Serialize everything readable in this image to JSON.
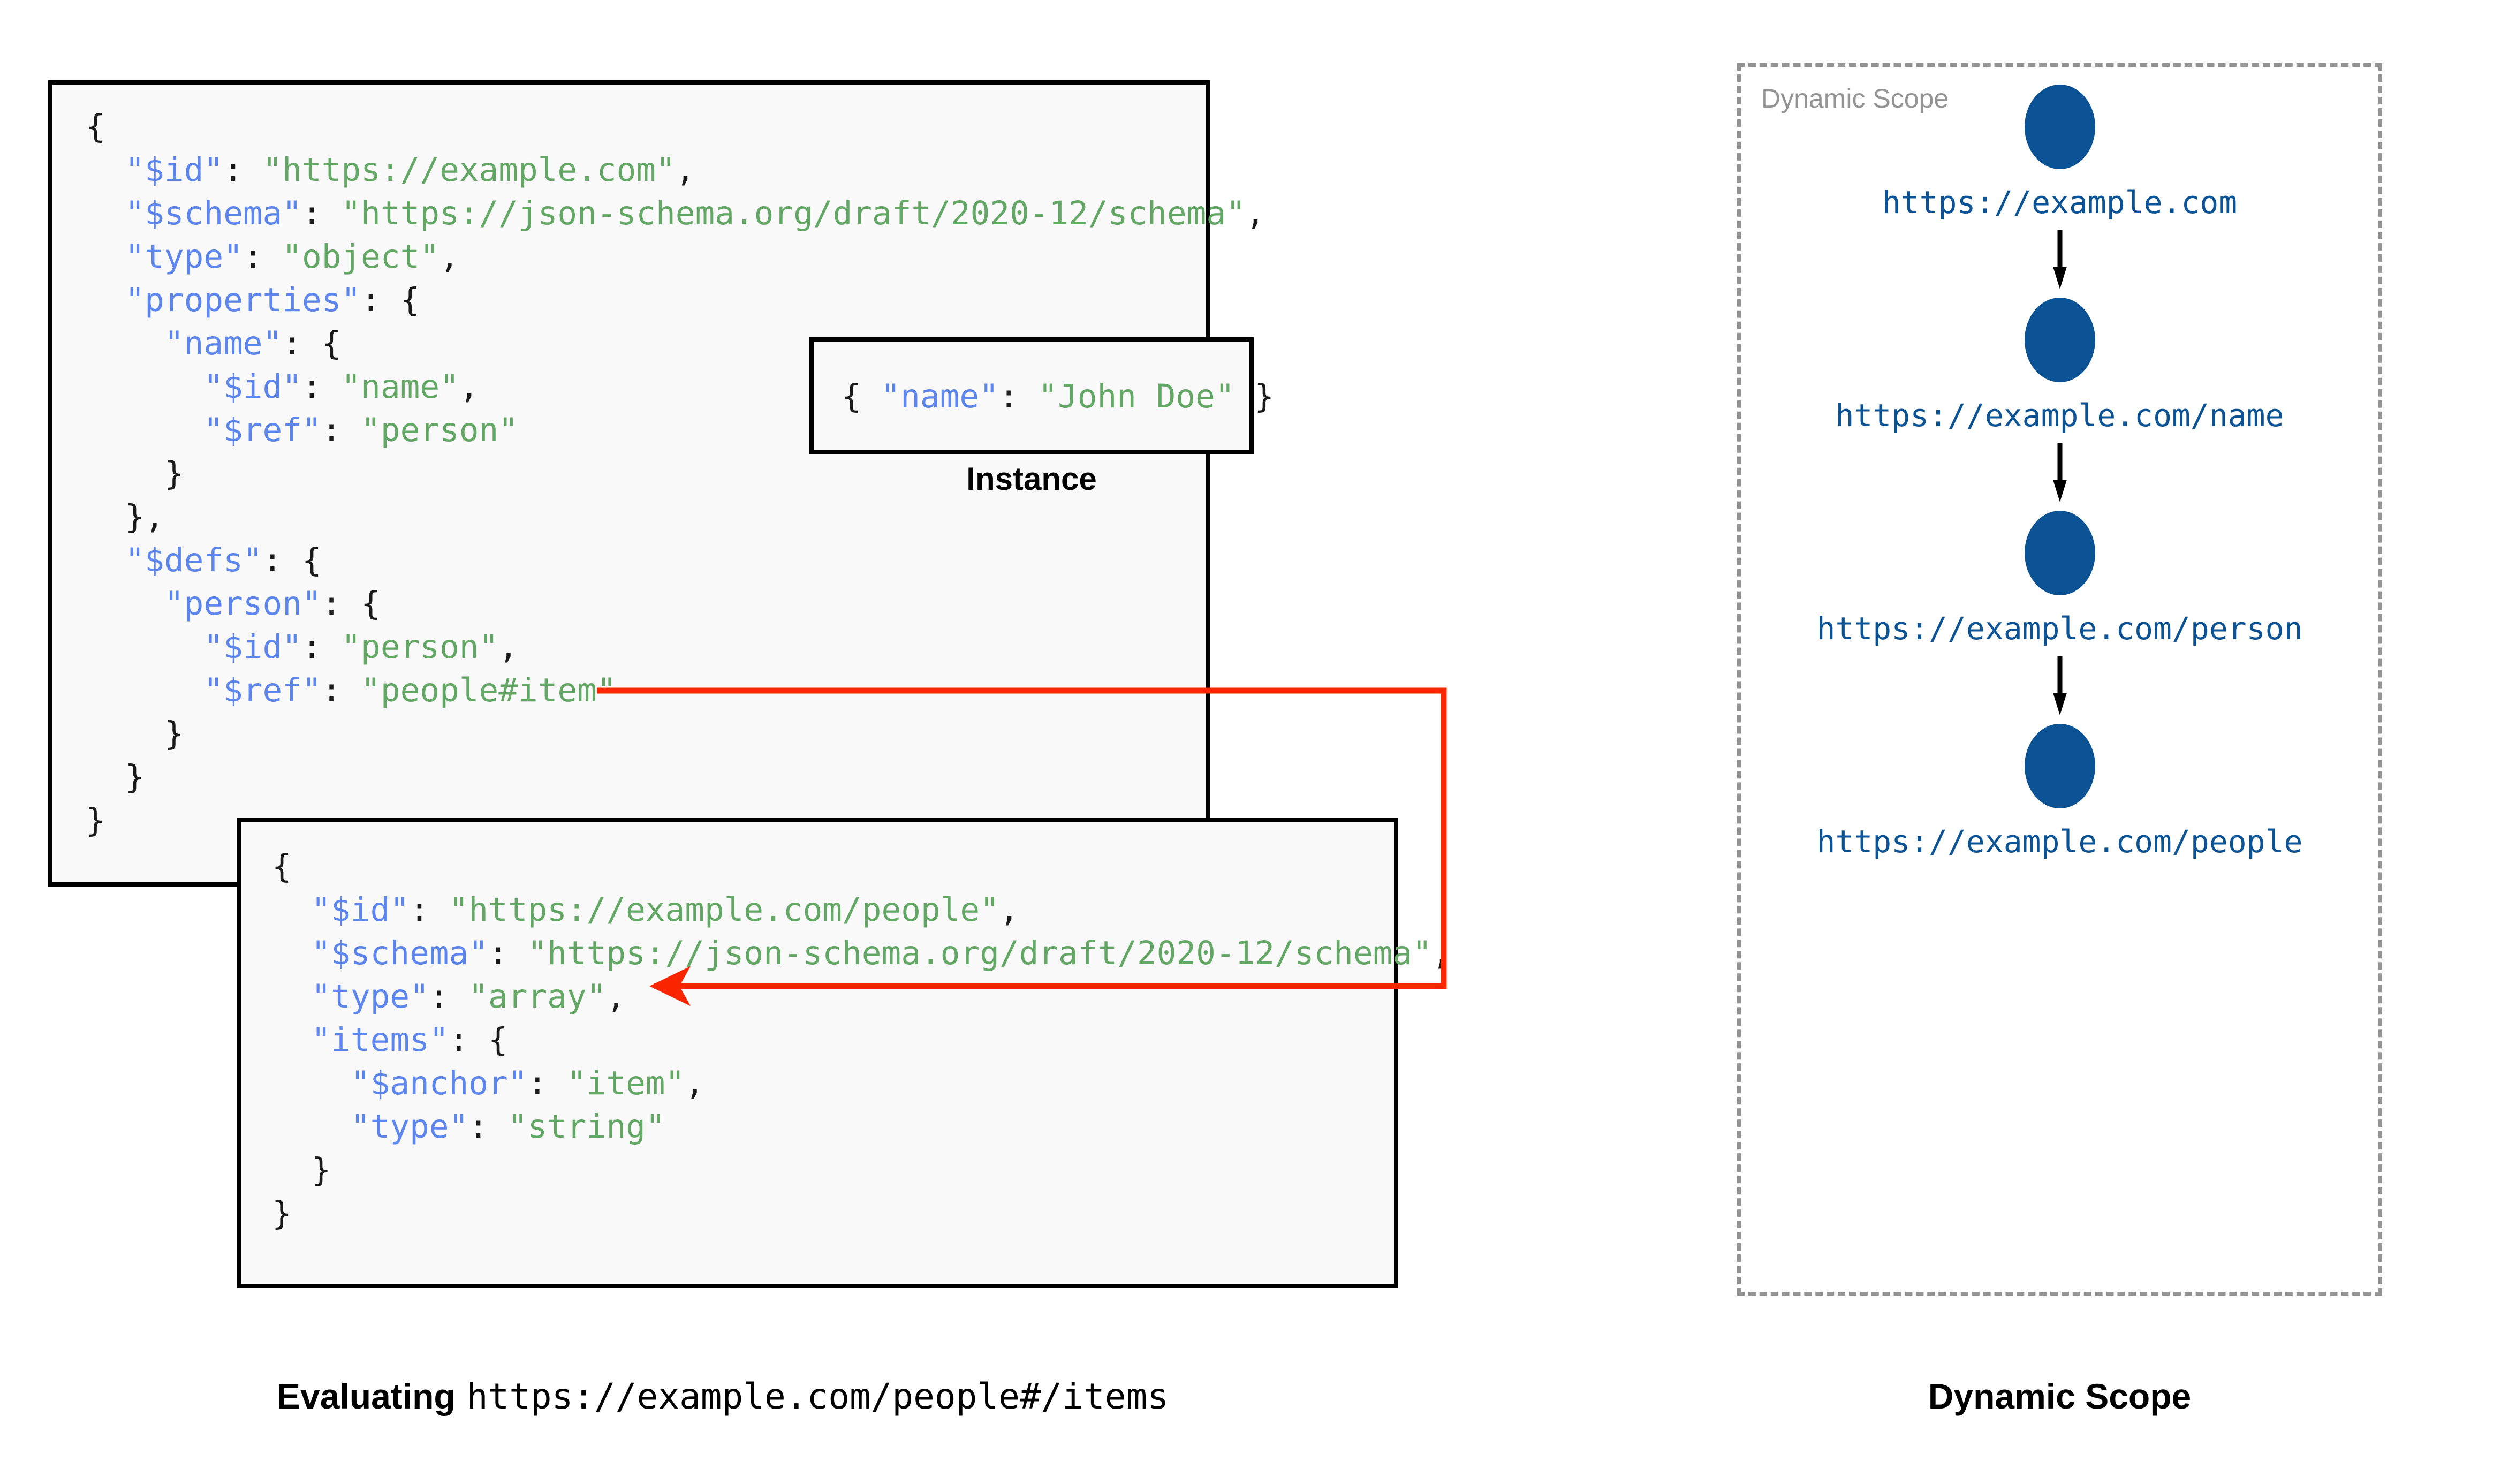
{
  "main_schema": {
    "lines": [
      [
        {
          "t": "{",
          "c": "p"
        }
      ],
      [
        {
          "t": "  ",
          "c": "p"
        },
        {
          "t": "\"$id\"",
          "c": "k"
        },
        {
          "t": ": ",
          "c": "p"
        },
        {
          "t": "\"https://example.com\"",
          "c": "s"
        },
        {
          "t": ",",
          "c": "p"
        }
      ],
      [
        {
          "t": "  ",
          "c": "p"
        },
        {
          "t": "\"$schema\"",
          "c": "k"
        },
        {
          "t": ": ",
          "c": "p"
        },
        {
          "t": "\"https://json-schema.org/draft/2020-12/schema\"",
          "c": "s"
        },
        {
          "t": ",",
          "c": "p"
        }
      ],
      [
        {
          "t": "  ",
          "c": "p"
        },
        {
          "t": "\"type\"",
          "c": "k"
        },
        {
          "t": ": ",
          "c": "p"
        },
        {
          "t": "\"object\"",
          "c": "s"
        },
        {
          "t": ",",
          "c": "p"
        }
      ],
      [
        {
          "t": "  ",
          "c": "p"
        },
        {
          "t": "\"properties\"",
          "c": "k"
        },
        {
          "t": ": {",
          "c": "p"
        }
      ],
      [
        {
          "t": "    ",
          "c": "p"
        },
        {
          "t": "\"name\"",
          "c": "k"
        },
        {
          "t": ": {",
          "c": "p"
        }
      ],
      [
        {
          "t": "      ",
          "c": "p"
        },
        {
          "t": "\"$id\"",
          "c": "k"
        },
        {
          "t": ": ",
          "c": "p"
        },
        {
          "t": "\"name\"",
          "c": "s"
        },
        {
          "t": ",",
          "c": "p"
        }
      ],
      [
        {
          "t": "      ",
          "c": "p"
        },
        {
          "t": "\"$ref\"",
          "c": "k"
        },
        {
          "t": ": ",
          "c": "p"
        },
        {
          "t": "\"person\"",
          "c": "s"
        }
      ],
      [
        {
          "t": "    }",
          "c": "p"
        }
      ],
      [
        {
          "t": "  },",
          "c": "p"
        }
      ],
      [
        {
          "t": "  ",
          "c": "p"
        },
        {
          "t": "\"$defs\"",
          "c": "k"
        },
        {
          "t": ": {",
          "c": "p"
        }
      ],
      [
        {
          "t": "    ",
          "c": "p"
        },
        {
          "t": "\"person\"",
          "c": "k"
        },
        {
          "t": ": {",
          "c": "p"
        }
      ],
      [
        {
          "t": "      ",
          "c": "p"
        },
        {
          "t": "\"$id\"",
          "c": "k"
        },
        {
          "t": ": ",
          "c": "p"
        },
        {
          "t": "\"person\"",
          "c": "s"
        },
        {
          "t": ",",
          "c": "p"
        }
      ],
      [
        {
          "t": "      ",
          "c": "p"
        },
        {
          "t": "\"$ref\"",
          "c": "k"
        },
        {
          "t": ": ",
          "c": "p"
        },
        {
          "t": "\"people#item\"",
          "c": "s"
        }
      ],
      [
        {
          "t": "    }",
          "c": "p"
        }
      ],
      [
        {
          "t": "  }",
          "c": "p"
        }
      ],
      [
        {
          "t": "}",
          "c": "p"
        }
      ]
    ]
  },
  "instance": {
    "caption": "Instance",
    "lines": [
      [
        {
          "t": "{ ",
          "c": "p"
        },
        {
          "t": "\"name\"",
          "c": "k"
        },
        {
          "t": ": ",
          "c": "p"
        },
        {
          "t": "\"John Doe\"",
          "c": "s"
        },
        {
          "t": " }",
          "c": "p"
        }
      ]
    ]
  },
  "people_schema": {
    "lines": [
      [
        {
          "t": "{",
          "c": "p"
        }
      ],
      [
        {
          "t": "  ",
          "c": "p"
        },
        {
          "t": "\"$id\"",
          "c": "k"
        },
        {
          "t": ": ",
          "c": "p"
        },
        {
          "t": "\"https://example.com/people\"",
          "c": "s"
        },
        {
          "t": ",",
          "c": "p"
        }
      ],
      [
        {
          "t": "  ",
          "c": "p"
        },
        {
          "t": "\"$schema\"",
          "c": "k"
        },
        {
          "t": ": ",
          "c": "p"
        },
        {
          "t": "\"https://json-schema.org/draft/2020-12/schema\"",
          "c": "s"
        },
        {
          "t": ",",
          "c": "p"
        }
      ],
      [
        {
          "t": "  ",
          "c": "p"
        },
        {
          "t": "\"type\"",
          "c": "k"
        },
        {
          "t": ": ",
          "c": "p"
        },
        {
          "t": "\"array\"",
          "c": "s"
        },
        {
          "t": ",",
          "c": "p"
        }
      ],
      [
        {
          "t": "  ",
          "c": "p"
        },
        {
          "t": "\"items\"",
          "c": "k"
        },
        {
          "t": ": {",
          "c": "p"
        }
      ],
      [
        {
          "t": "    ",
          "c": "p"
        },
        {
          "t": "\"$anchor\"",
          "c": "k"
        },
        {
          "t": ": ",
          "c": "p"
        },
        {
          "t": "\"item\"",
          "c": "s"
        },
        {
          "t": ",",
          "c": "p"
        }
      ],
      [
        {
          "t": "    ",
          "c": "p"
        },
        {
          "t": "\"type\"",
          "c": "k"
        },
        {
          "t": ": ",
          "c": "p"
        },
        {
          "t": "\"string\"",
          "c": "s"
        }
      ],
      [
        {
          "t": "  }",
          "c": "p"
        }
      ],
      [
        {
          "t": "}",
          "c": "p"
        }
      ]
    ]
  },
  "evaluating": {
    "label": "Evaluating",
    "uri": "https://example.com/people#/items"
  },
  "dynamic_scope": {
    "panel_title": "Dynamic Scope",
    "caption": "Dynamic Scope",
    "nodes": [
      {
        "label": "https://example.com"
      },
      {
        "label": "https://example.com/name"
      },
      {
        "label": "https://example.com/person"
      },
      {
        "label": "https://example.com/people"
      }
    ]
  },
  "colors": {
    "json_key": "#5c85ed",
    "json_string": "#63a765",
    "node_blue": "#0b5394",
    "arrow_red": "#fa2600",
    "panel_gray": "#949494",
    "box_border": "#000000",
    "box_background": "#f9f9f9"
  }
}
